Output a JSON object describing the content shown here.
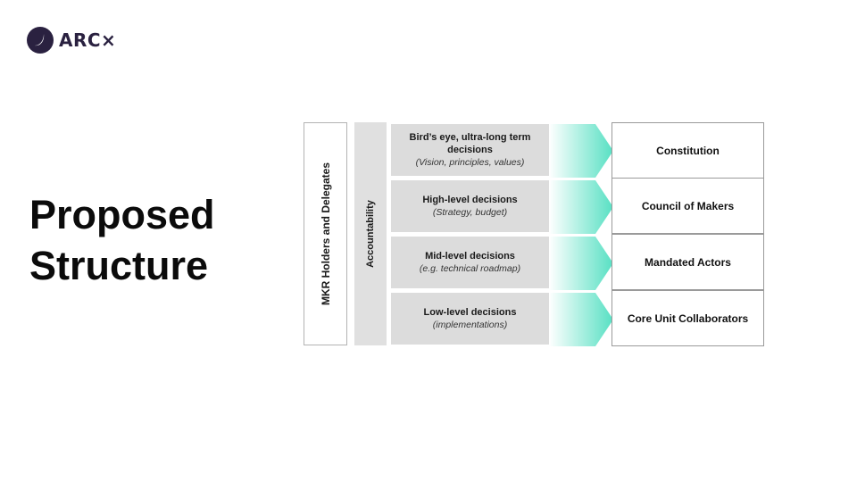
{
  "logo": {
    "text": "ARC×",
    "icon": "moon-icon",
    "color": "#2a2140"
  },
  "title": {
    "line1": "Proposed",
    "line2": "Structure"
  },
  "diagram": {
    "holders_label": "MKR Holders and Delegates",
    "accountability_label": "Accountability",
    "accent_color": "#57e0c3",
    "levels": [
      {
        "title": "Bird’s eye, ultra-long term decisions",
        "subtitle": "(Vision, principles, values)",
        "body": "Constitution"
      },
      {
        "title": "High-level decisions",
        "subtitle": "(Strategy, budget)",
        "body": "Council of Makers"
      },
      {
        "title": "Mid-level decisions",
        "subtitle": "(e.g. technical roadmap)",
        "body": "Mandated Actors"
      },
      {
        "title": "Low-level decisions",
        "subtitle": "(implementations)",
        "body": "Core Unit Collaborators"
      }
    ]
  }
}
